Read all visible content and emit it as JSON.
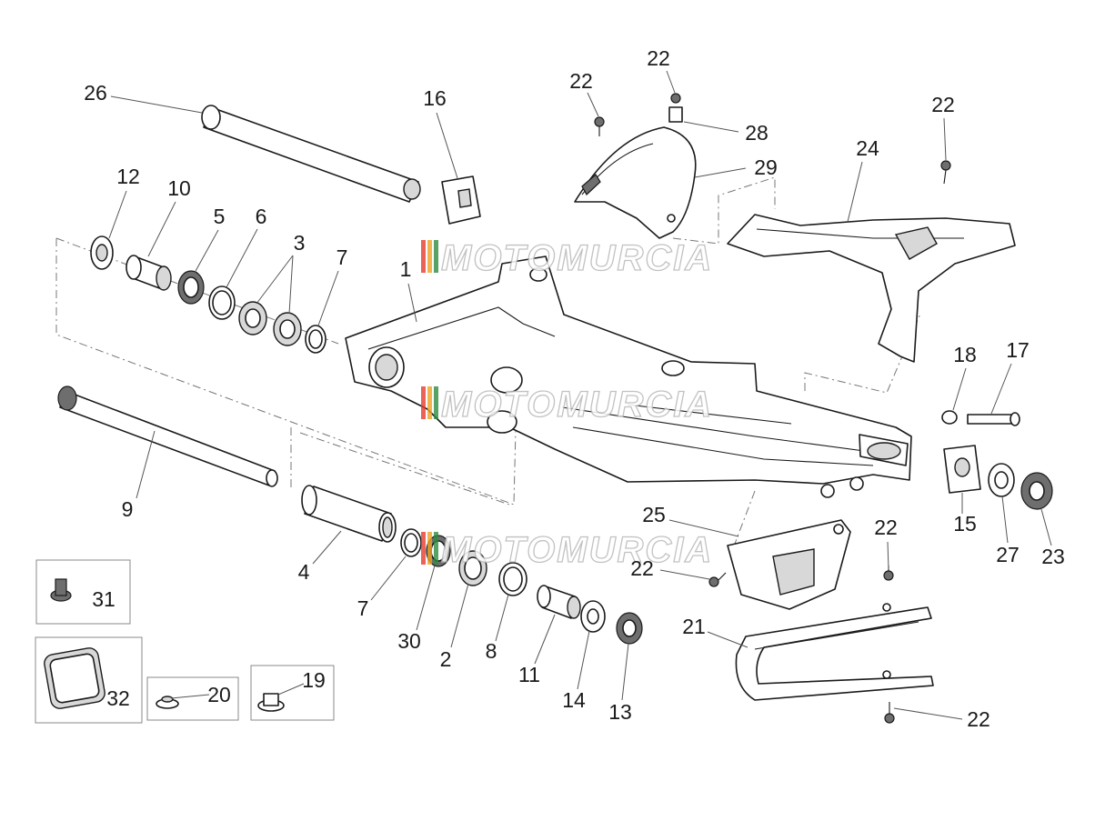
{
  "labels": {
    "l1": "1",
    "l2": "2",
    "l3": "3",
    "l4": "4",
    "l5": "5",
    "l6": "6",
    "l7a": "7",
    "l7b": "7",
    "l8": "8",
    "l9": "9",
    "l10": "10",
    "l11": "11",
    "l12": "12",
    "l13": "13",
    "l14": "14",
    "l15": "15",
    "l16": "16",
    "l17": "17",
    "l18": "18",
    "l19": "19",
    "l20": "20",
    "l21": "21",
    "l22a": "22",
    "l22b": "22",
    "l22c": "22",
    "l22d": "22",
    "l22e": "22",
    "l22f": "22",
    "l23": "23",
    "l24": "24",
    "l25": "25",
    "l26": "26",
    "l27": "27",
    "l28": "28",
    "l29": "29",
    "l30": "30",
    "l31": "31",
    "l32": "32"
  },
  "watermark": {
    "text": "MOTOMURCIA",
    "stripe_colors": [
      "#e63b2e",
      "#f0a020",
      "#2e8b3e"
    ]
  }
}
